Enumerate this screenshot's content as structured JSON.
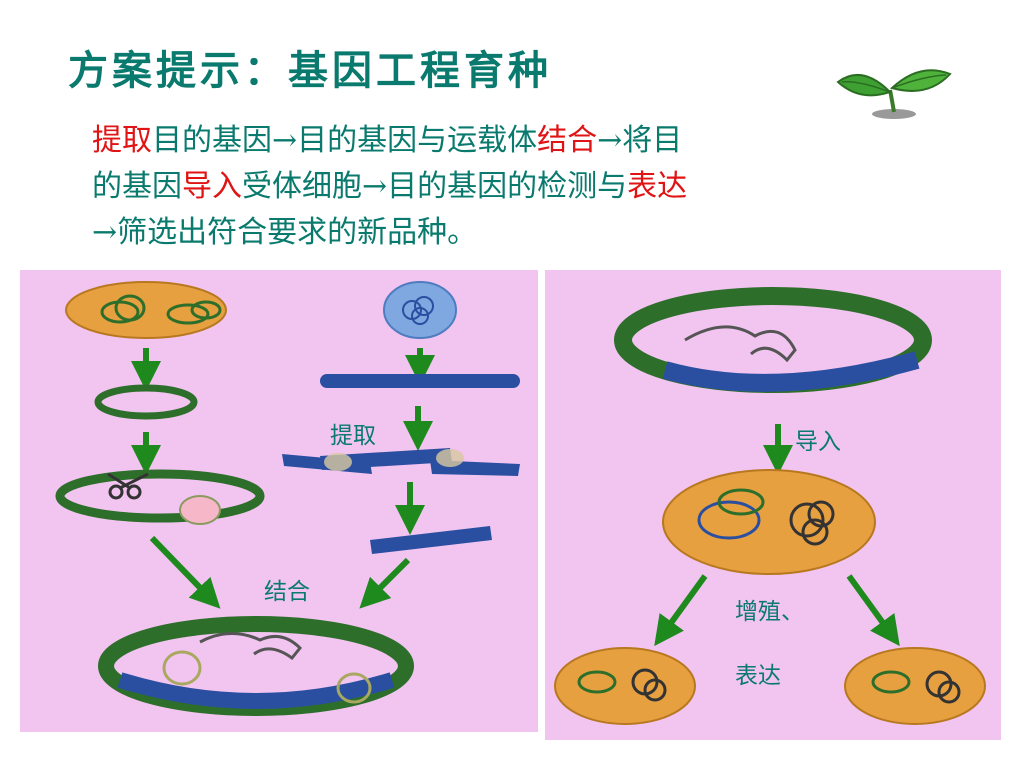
{
  "title": "方案提示：基因工程育种",
  "intro": {
    "line1": [
      {
        "text": "提取",
        "hl": true
      },
      {
        "text": "目的基因→目的基因与运载体",
        "hl": false
      },
      {
        "text": "结合",
        "hl": true
      },
      {
        "text": "→将目",
        "hl": false
      }
    ],
    "line2": [
      {
        "text": "的基因",
        "hl": false
      },
      {
        "text": "导入",
        "hl": true
      },
      {
        "text": "受体细胞→目的基因的检测与",
        "hl": false
      },
      {
        "text": "表达",
        "hl": true
      }
    ],
    "line3": [
      {
        "text": "→筛选出符合要求的新品种。",
        "hl": false
      }
    ]
  },
  "labels": {
    "extract": "提取",
    "combine": "结合",
    "introduce": "导入",
    "proliferate": "增殖、",
    "express": "表达"
  },
  "colors": {
    "title": "#0a7a6e",
    "highlight": "#e01414",
    "panel": "#f2c4f0",
    "plasmid_green": "#2d6e2a",
    "dna_blue": "#2a4fa0",
    "cell_orange": "#e6a040",
    "arrow_green": "#1e8a1e"
  }
}
